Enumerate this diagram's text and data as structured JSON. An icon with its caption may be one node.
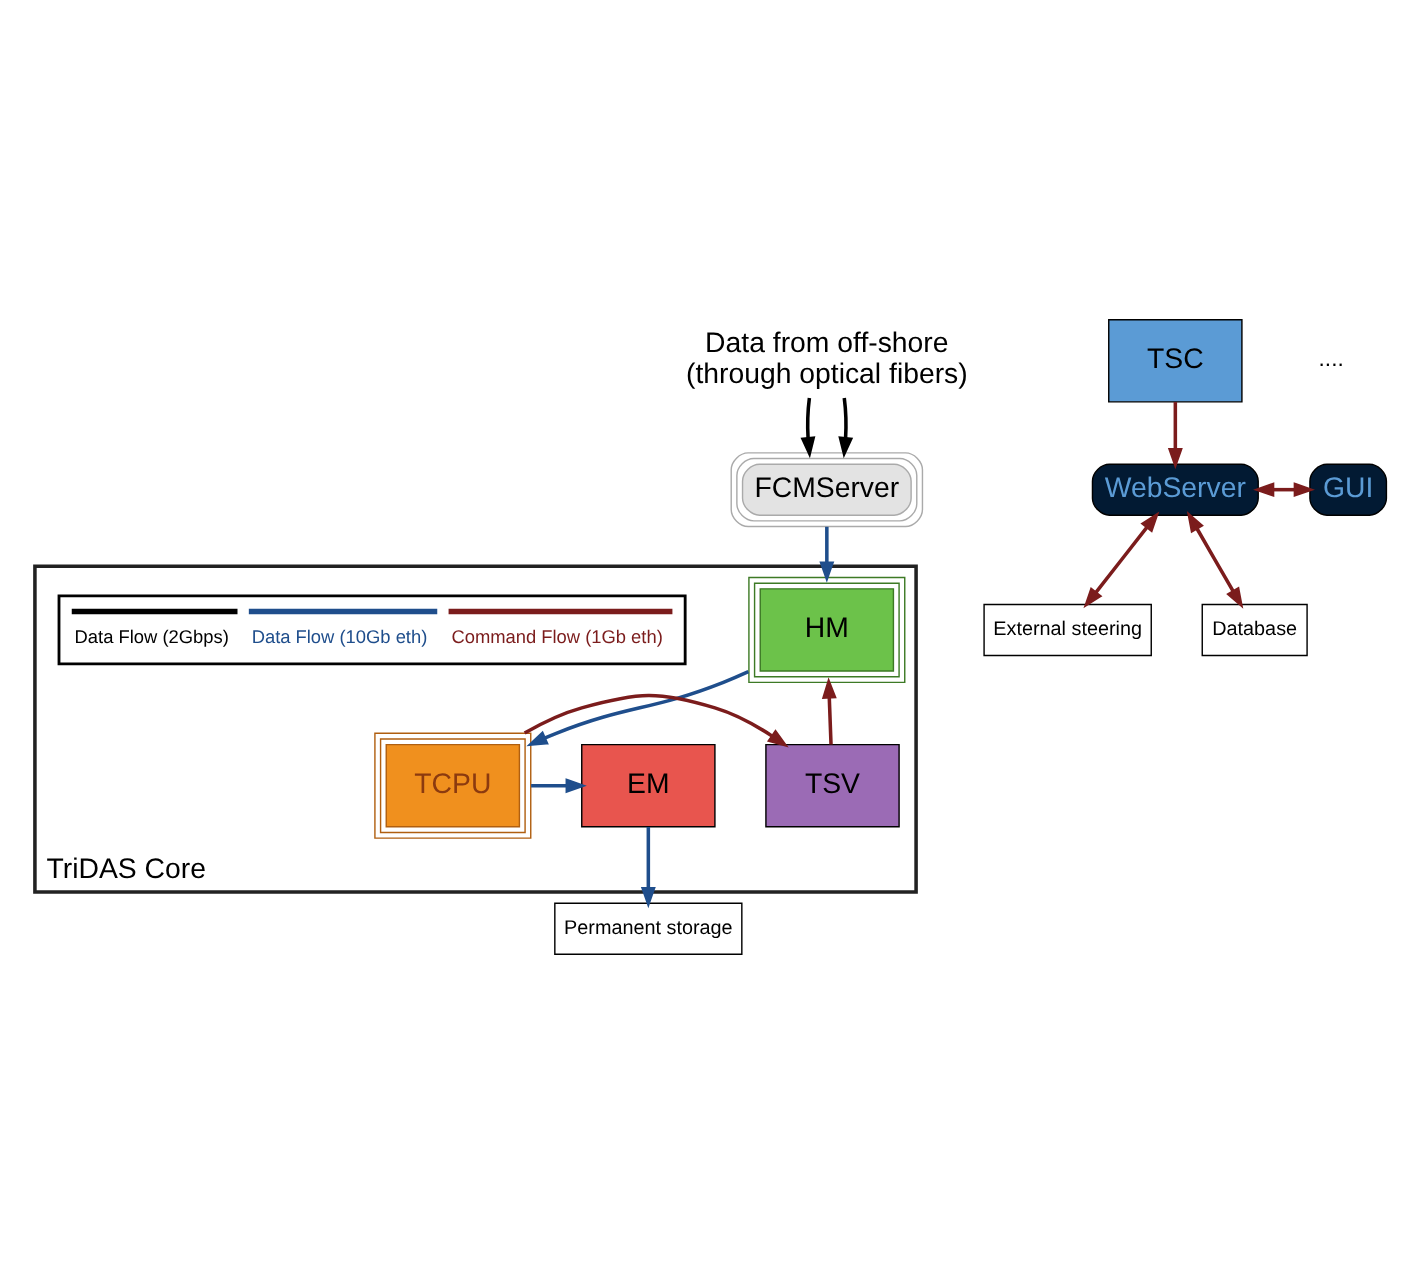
{
  "diagram": {
    "nodes": [
      {
        "text": [
          "TriDAS Core"
        ]
      },
      {
        "text": [
          "Data from off-shore",
          "(through optical fibers)"
        ]
      },
      {
        "text": [
          "FCMServer"
        ]
      },
      {
        "text": [
          "WebServer"
        ]
      },
      {
        "text": [
          "External steering"
        ]
      },
      {
        "text": [
          "GUI"
        ]
      },
      {
        "text": [
          "Database"
        ]
      },
      {
        "text": [
          "TSC"
        ]
      },
      {
        "text": [
          "HM"
        ],
        "in": 0
      },
      {
        "text": [
          "TSV"
        ],
        "in": 0
      },
      {
        "text": [
          "TCPU"
        ],
        "in": 0
      },
      {
        "text": [
          "EM"
        ],
        "in": 0
      },
      {
        "text": [
          "Permanent storage"
        ]
      }
    ],
    "edges": [
      {
        "from": 1,
        "to": 2,
        "arrow": "to",
        "color": "#000000"
      },
      {
        "from": 1,
        "to": 2,
        "arrow": "to",
        "color": "#000000"
      },
      {
        "from": 2,
        "to": 8,
        "arrow": "to",
        "color": "#1f4e8c"
      },
      {
        "from": 7,
        "to": 3,
        "arrow": "to"
      },
      {
        "from": 3,
        "to": 4,
        "arrow": "both"
      },
      {
        "from": 3,
        "to": 5,
        "arrow": "both"
      },
      {
        "from": 3,
        "to": 6,
        "arrow": "both"
      },
      {
        "from": 8,
        "to": 10,
        "arrow": "to",
        "color": "#1f4e8c"
      },
      {
        "from": 10,
        "to": 9,
        "arrow": "to"
      },
      {
        "from": 9,
        "to": 8,
        "arrow": "to"
      },
      {
        "from": 10,
        "to": 11,
        "arrow": "to",
        "color": "#1f4e8c"
      },
      {
        "from": 11,
        "to": 12,
        "arrow": "to",
        "color": "#1f4e8c"
      }
    ],
    "labels": [
      "...."
    ],
    "legend": [
      {
        "text": "Data Flow (2Gbps)"
      },
      {
        "text": "Data Flow (10Gb eth)"
      },
      {
        "text": "Command Flow (1Gb eth)"
      }
    ]
  }
}
